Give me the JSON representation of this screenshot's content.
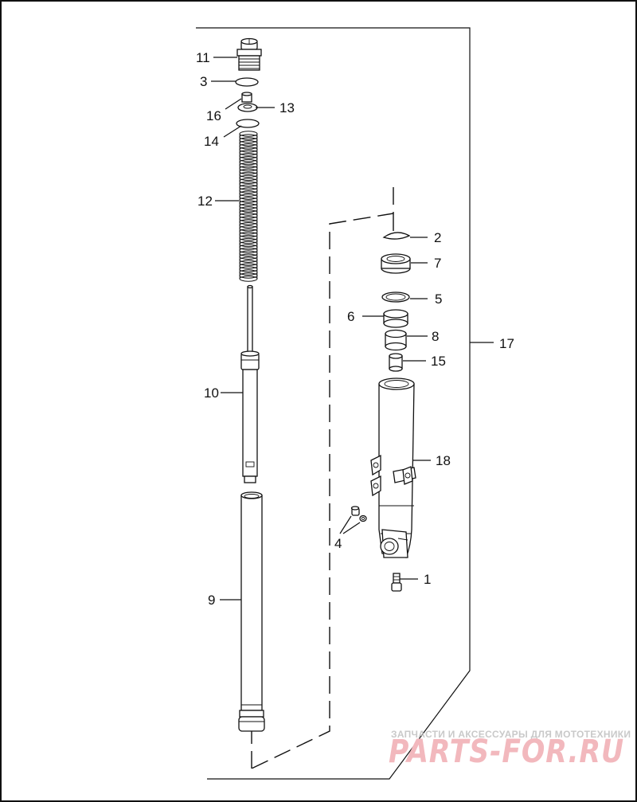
{
  "callouts": {
    "c1": "1",
    "c2": "2",
    "c3": "3",
    "c4": "4",
    "c5": "5",
    "c6": "6",
    "c7": "7",
    "c8": "8",
    "c9": "9",
    "c10": "10",
    "c11": "11",
    "c12": "12",
    "c13": "13",
    "c14": "14",
    "c15": "15",
    "c16": "16",
    "c17": "17",
    "c18": "18"
  },
  "watermark": {
    "tagline": "ЗАПЧАСТИ И АКСЕССУАРЫ ДЛЯ МОТОТЕХНИКИ",
    "brand": "PARTS-FOR.RU"
  },
  "colors": {
    "line": "#111111",
    "frame": "#111111",
    "watermark_text": "#c9c9c9",
    "watermark_brand": "#f2b8bd"
  }
}
